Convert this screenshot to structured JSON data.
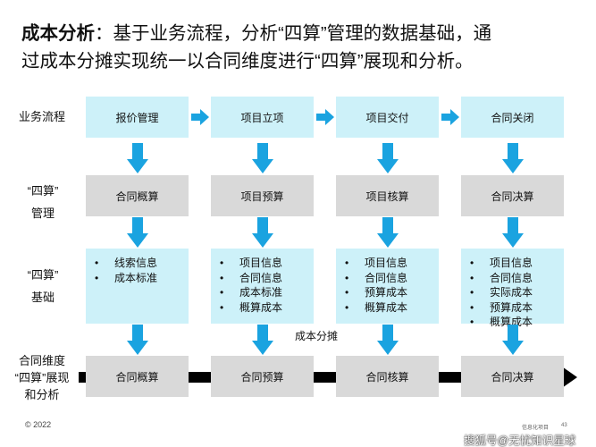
{
  "headline": {
    "bold": "成本分析",
    "rest_line1": "：基于业务流程，分析“四算”管理的数据基础，通",
    "line2": "过成本分摊实现统一以合同维度进行“四算”展现和分析。"
  },
  "row_labels": {
    "process": "业务流程",
    "management_1": "“四算”",
    "management_2": "管理",
    "basis_1": "“四算”",
    "basis_2": "基础",
    "contract_1": "合同维度",
    "contract_2": "“四算”展现",
    "contract_3": "和分析"
  },
  "process": [
    "报价管理",
    "项目立项",
    "项目交付",
    "合同关闭"
  ],
  "management": [
    "合同概算",
    "项目预算",
    "项目核算",
    "合同决算"
  ],
  "basis": [
    [
      "线索信息",
      "成本标准"
    ],
    [
      "项目信息",
      "合同信息",
      "成本标准",
      "概算成本"
    ],
    [
      "项目信息",
      "合同信息",
      "预算成本",
      "概算成本"
    ],
    [
      "项目信息",
      "合同信息",
      "实际成本",
      "预算成本",
      "概算成本"
    ]
  ],
  "contract": [
    "合同概算",
    "合同预算",
    "合同核算",
    "合同决算"
  ],
  "allocation_note": "成本分摊",
  "footer": {
    "copyright": "© 2022",
    "source": "信息化项目",
    "page": "43",
    "watermark": "搜狐号@无忧知识星球"
  },
  "colors": {
    "arrow_blue": "#1aa3e0",
    "light_box": "#cdf1f9",
    "gray_box": "#d9d9d9"
  }
}
